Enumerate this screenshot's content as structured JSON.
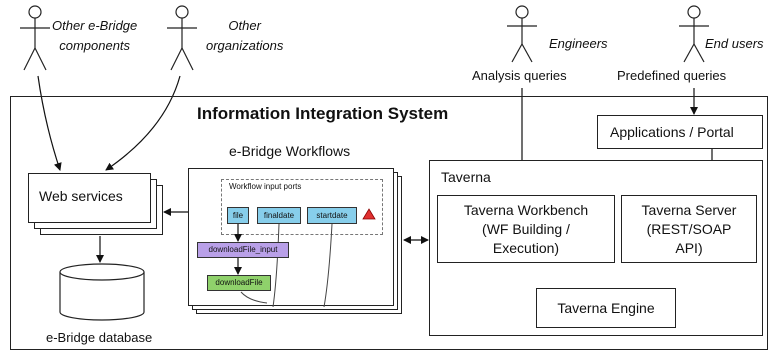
{
  "actors": {
    "other_ebridge": "Other e-Bridge\ncomponents",
    "other_orgs": "Other\norganizations",
    "engineers": "Engineers",
    "end_users": "End users"
  },
  "queries": {
    "analysis": "Analysis queries",
    "predefined": "Predefined queries"
  },
  "system_title": "Information Integration System",
  "workflows_title": "e-Bridge Workflows",
  "web_services": "Web services",
  "database": "e-Bridge database",
  "workflow": {
    "input_ports_label": "Workflow input ports",
    "ports": [
      "file",
      "finaldate",
      "startdate"
    ],
    "proc1": "downloadFile_input",
    "proc2": "downloadFile"
  },
  "apps_portal": "Applications / Portal",
  "taverna": {
    "label": "Taverna",
    "workbench": "Taverna Workbench\n(WF Building /\nExecution)",
    "server": "Taverna Server\n(REST/SOAP\nAPI)",
    "engine": "Taverna Engine"
  },
  "colors": {
    "port_fill": "#87ceeb",
    "proc1_fill": "#b9a0e8",
    "proc2_fill": "#8fd16b",
    "warning": "#e03030"
  }
}
